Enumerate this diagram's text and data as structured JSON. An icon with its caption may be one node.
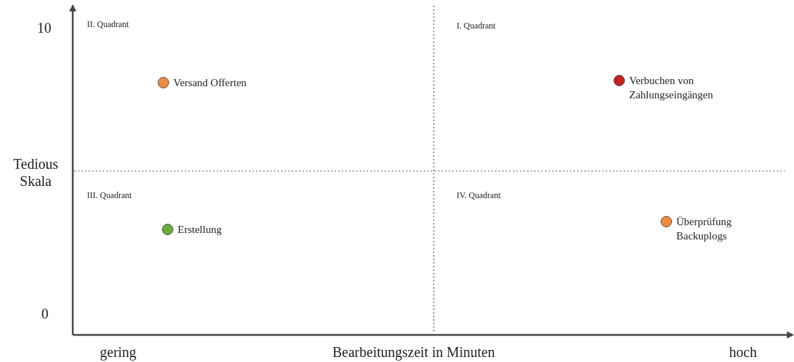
{
  "diagram": {
    "nodes": [
      {
        "text": [],
        "shape": "circle",
        "beside": [
          "Versand Offerten"
        ]
      },
      {
        "text": [],
        "shape": "circle",
        "beside": [
          "Verbuchen von Zahlungseingängen"
        ]
      },
      {
        "text": [],
        "shape": "circle",
        "beside": [
          "Erstellung"
        ]
      },
      {
        "text": [],
        "shape": "circle",
        "beside": [
          "Überprüfung Backuplogs"
        ]
      }
    ],
    "edges": [],
    "labels": [
      "10",
      "II. Quadrant",
      "I. Quadrant",
      "Tedious Skala",
      "III. Quadrant",
      "IV. Quadrant",
      "0",
      "gering",
      "Bearbeitungszeit in Minuten",
      "hoch"
    ]
  }
}
